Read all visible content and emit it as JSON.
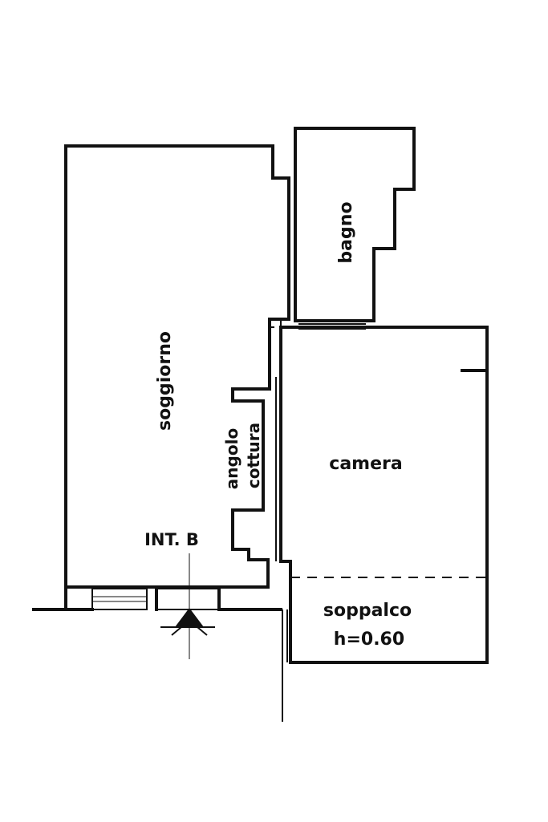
{
  "rooms": {
    "soggiorno": "soggiorno",
    "bagno": "bagno",
    "angolo": "angolo",
    "cottura": "cottura",
    "camera": "camera",
    "soppalco": "soppalco",
    "soppalco_height": "h=0.60"
  },
  "unit_label": "INT. B",
  "colors": {
    "ink": "#111111",
    "paper": "#ffffff"
  },
  "icons": {
    "entrance": "entrance-arrow-icon"
  }
}
